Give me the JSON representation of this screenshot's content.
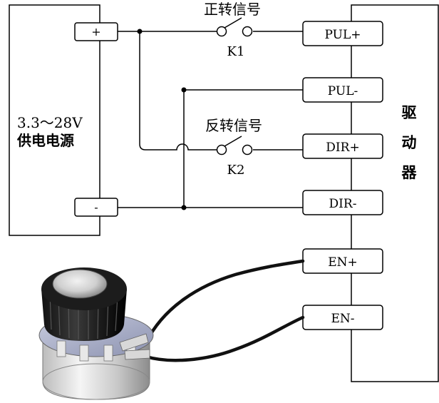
{
  "power_supply": {
    "voltage": "3.3～28V",
    "label": "供电电源",
    "plus": "+",
    "minus": "-"
  },
  "driver": {
    "label_chars": [
      "驱",
      "动",
      "器"
    ],
    "terminals": [
      "PUL+",
      "PUL-",
      "DIR+",
      "DIR-",
      "EN+",
      "EN-"
    ]
  },
  "switches": {
    "k1": {
      "title": "正转信号",
      "name": "K1"
    },
    "k2": {
      "title": "反转信号",
      "name": "K2"
    }
  }
}
